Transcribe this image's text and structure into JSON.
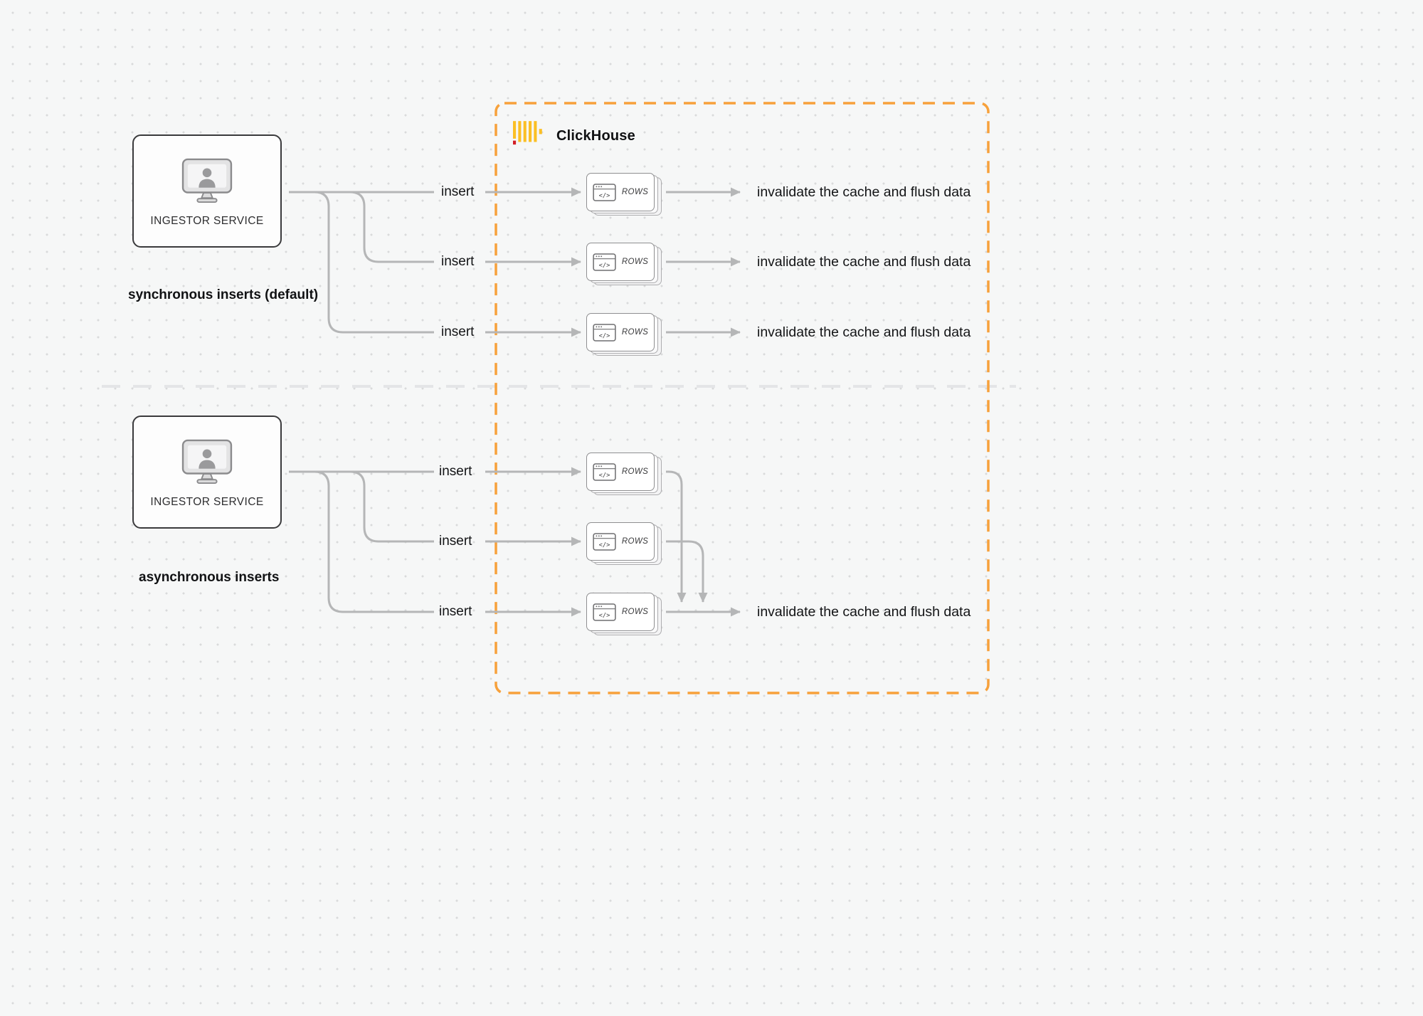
{
  "clickhouse": {
    "label": "ClickHouse"
  },
  "sync": {
    "service": "INGESTOR SERVICE",
    "caption": "synchronous inserts (default)",
    "rows": [
      {
        "insert": "insert",
        "card": "ROWS",
        "result": "invalidate the cache and flush data"
      },
      {
        "insert": "insert",
        "card": "ROWS",
        "result": "invalidate the cache and flush data"
      },
      {
        "insert": "insert",
        "card": "ROWS",
        "result": "invalidate the cache and flush data"
      }
    ]
  },
  "async": {
    "service": "INGESTOR SERVICE",
    "caption": "asynchronous inserts",
    "rows": [
      {
        "insert": "insert",
        "card": "ROWS"
      },
      {
        "insert": "insert",
        "card": "ROWS"
      },
      {
        "insert": "insert",
        "card": "ROWS"
      }
    ],
    "result": "invalidate the cache and flush data"
  },
  "colors": {
    "accent_orange": "#F7A13B",
    "clickhouse_yellow": "#FBBF24",
    "clickhouse_red": "#D21E26",
    "connector_gray": "#B5B6B7",
    "divider_gray": "#E4E5E7",
    "box_border": "#3A3A3C"
  }
}
